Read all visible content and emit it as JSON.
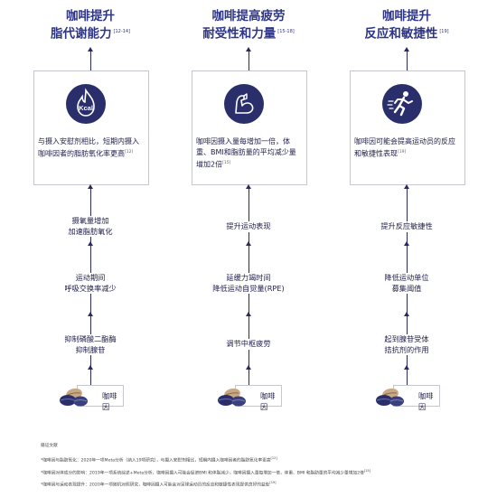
{
  "columns": [
    {
      "title_line1": "咖啡提升",
      "title_line2": "脂代谢能力",
      "title_ref": "[12-14]",
      "icon": "kcal-flame-icon",
      "icon_text": "Kcal",
      "box_text": "与摄入安慰剂相比，短期内摄入咖啡因者的脂肪氧化率更高",
      "box_ref": "[12]",
      "steps": [
        "摄氧量增加\n加速脂肪氧化",
        "运动期间\n呼吸交换率减少",
        "抑制磷酸二酯酶\n抑制腺苷"
      ],
      "source_label": "咖啡因"
    },
    {
      "title_line1": "咖啡提高疲劳",
      "title_line2": "耐受性和力量",
      "title_ref": "[15-18]",
      "icon": "flexed-arm-icon",
      "icon_text": "",
      "box_text": "咖啡因摄入量每增加一倍，体重、BMI和脂肪量的平均减少量增加2倍",
      "box_ref": "[15]",
      "steps": [
        "提升运动表现",
        "延缓力竭时间\n降低运动自觉量(RPE)",
        "调节中枢疲劳"
      ],
      "source_label": "咖啡因"
    },
    {
      "title_line1": "咖啡提升",
      "title_line2": "反应和敏捷性",
      "title_ref": "[19]",
      "icon": "running-person-icon",
      "icon_text": "",
      "box_text": "咖啡因可能会提高运动员的反应和敏捷性表现",
      "box_ref": "[19]",
      "steps": [
        "提升反应敏捷性",
        "降低运动单位\n募集阈值",
        "起到腺苷受体\n拮抗剂的作用"
      ],
      "source_label": "咖啡因"
    }
  ],
  "references": {
    "heading": "循证文献",
    "items": [
      {
        "text": "*咖啡因与脂肪氧化：2020年一项Meta分析（纳入19项研究），与摄入安慰剂相比，短期内摄入咖啡因者的脂肪氧化率更高",
        "ref": "[12]"
      },
      {
        "text": "*咖啡因对体成分的影响：2019年一项系统综述+Meta分析，咖啡因摄入可能会促进BMI 和体脂减少，咖啡因摄入量每增加一倍，体重、BMI 和脂肪量的平均减少量增加2倍",
        "ref": "[15]"
      },
      {
        "text": "*咖啡因与运动表现提升：2020年一项随机对照研究，咖啡因摄入可能会对足球运动员的反应和敏捷性表现提供良好的益处",
        "ref": "[19]"
      }
    ]
  },
  "colors": {
    "navy": "#2a2f6b",
    "title": "#2e3585",
    "bean_light": "#c9a984",
    "bean_dark": "#2a2f6b"
  }
}
